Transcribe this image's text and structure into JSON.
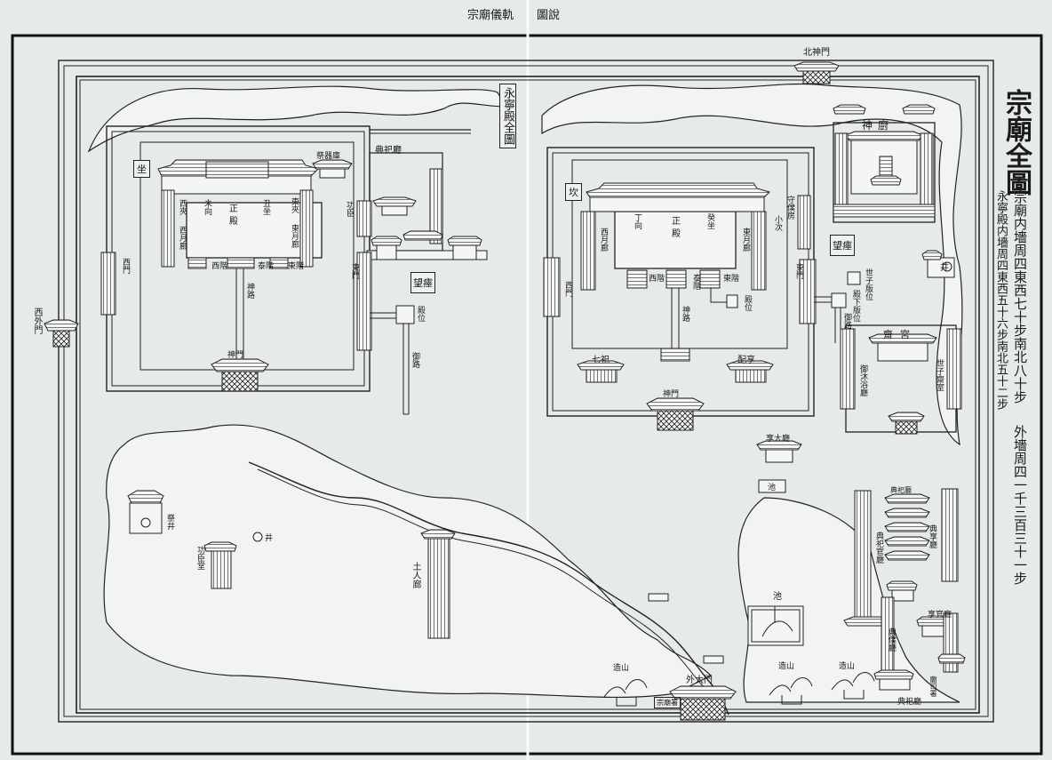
{
  "page": {
    "caption_left": "宗廟儀軌",
    "caption_right": "圖說",
    "main_title": "宗廟全圖",
    "note_inner_wall": "宗廟内墻周四東西七十步南北八十步",
    "note_yongnyeong_wall": "永寧殿内墻周四東西五十六步南北五十二步",
    "note_outer_wall": "外墻周四一千三百三十一步"
  },
  "yongnyeong": {
    "panel_title": "永寧殿全圖",
    "direction": "坐",
    "main_hall_1": "正",
    "main_hall_2": "殿",
    "orient_left": "未向",
    "orient_right": "丑坐",
    "west_side_room": "西夾",
    "east_side_room": "東夾",
    "west_annex": "西月廊",
    "east_annex": "東月廊",
    "west_stairs": "西階",
    "center_stairs": "泰階",
    "east_stairs": "東階",
    "west_gate": "西門",
    "east_gate": "東門",
    "spirit_road": "神路",
    "spirit_gate": "神門",
    "ritual_storage": "祭器庫",
    "sacrifice_hall": "典祀廳",
    "gongsin": "功臣",
    "mangmyo": "望瘞",
    "jeonwi": "殿位",
    "royal_road": "御路"
  },
  "jeongjeon": {
    "direction": "坎",
    "main_hall_1": "正",
    "main_hall_2": "殿",
    "orient_left": "丁向",
    "orient_right": "癸坐",
    "west_annex": "西月廊",
    "east_annex": "東月廊",
    "west_stairs": "西階",
    "center_stairs": "泰階",
    "east_stairs": "東階",
    "west_gate": "西門",
    "east_gate": "東門",
    "spirit_road": "神路",
    "spirit_gate": "神門",
    "seven_shrine": "七祀",
    "merit_pavilion": "配享",
    "guard_room": "守僕房",
    "small_side": "小次",
    "mangmyo": "望瘞",
    "jeonwi": "殿位",
    "seja_seat": "世子版位",
    "seja_stand": "殿下版位",
    "royal_road": "御路"
  },
  "east_complex": {
    "north_gate": "北神門",
    "shin_kitchen": "神廚",
    "well": "井",
    "jaegung": "齋宮",
    "bath_left": "御沐浴廳",
    "seja_hall": "世子齋室",
    "hyangdaecheong": "享大廳",
    "pond": "池",
    "jeondae_left": "典祀廳",
    "archive": "典享廳",
    "office": "典僕廳",
    "aux_hall": "典祀官廳",
    "east_hall": "享官廳",
    "storage": "典祀廳",
    "pond2": "池"
  },
  "south": {
    "outer_gate": "外大門",
    "gate_plaque": "宗廟署",
    "left_mountain": "造山",
    "mid_mountain": "造山",
    "right_mountain": "造山",
    "left_gate": "西外門",
    "ritual_well": "祭井",
    "well": "井",
    "gongsin_hall": "功臣堂",
    "stone_stair": "土人廊",
    "east_office": "廟司署"
  }
}
